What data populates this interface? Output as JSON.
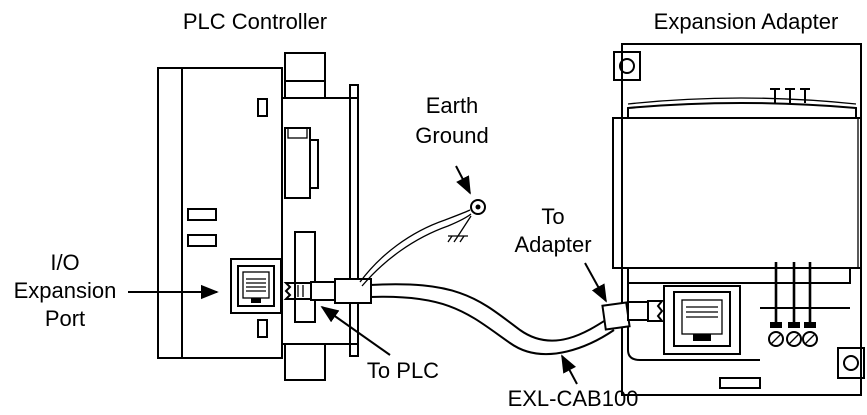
{
  "labels": {
    "plc_controller": "PLC Controller",
    "expansion_adapter": "Expansion Adapter",
    "earth_ground_line1": "Earth",
    "earth_ground_line2": "Ground",
    "to_adapter_line1": "To",
    "to_adapter_line2": "Adapter",
    "io_line1": "I/O",
    "io_line2": "Expansion",
    "io_line3": "Port",
    "to_plc": "To PLC",
    "cable": "EXL-CAB100"
  }
}
